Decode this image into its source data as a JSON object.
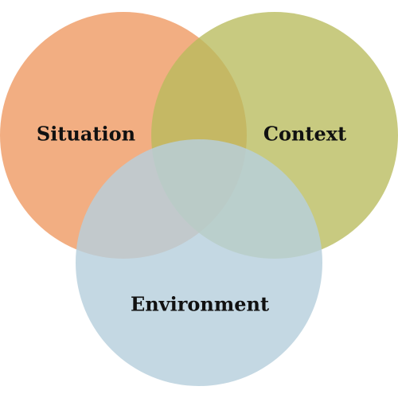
{
  "diagram": {
    "type": "venn",
    "sets": [
      {
        "id": "situation",
        "label": "Situation",
        "color": "#f0a06c"
      },
      {
        "id": "context",
        "label": "Context",
        "color": "#b8bb5c"
      },
      {
        "id": "environment",
        "label": "Environment",
        "color": "#b7cfdd"
      }
    ]
  }
}
